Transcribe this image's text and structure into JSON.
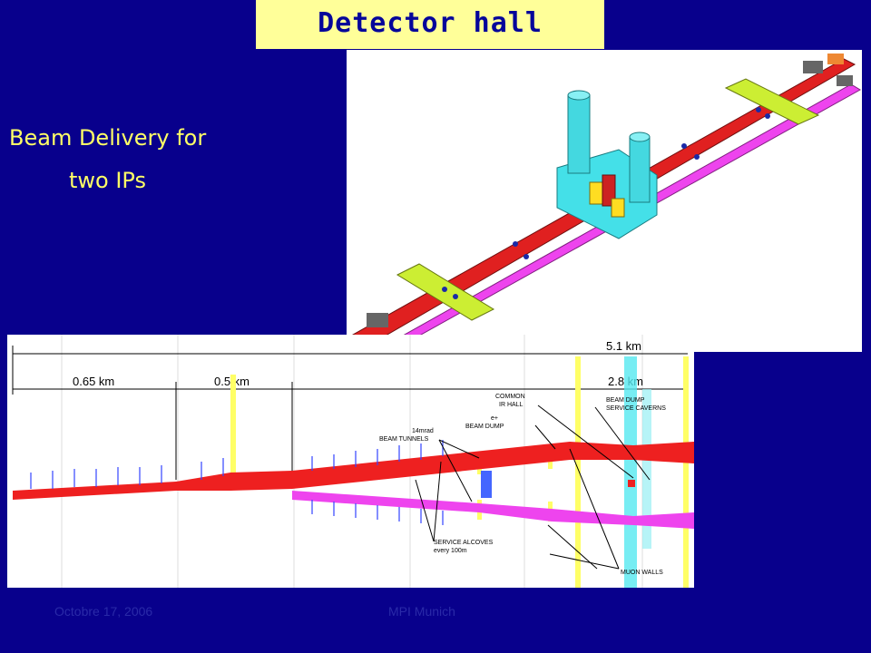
{
  "slide": {
    "title": "Detector hall",
    "subtitle_line1": "Beam Delivery for",
    "subtitle_line2": "two IPs",
    "footer_date": "Octobre 17, 2006",
    "footer_venue": "MPI Munich"
  },
  "layout_diagram": {
    "dim_total": "5.1 km",
    "dim_left": "0.65 km",
    "dim_mid": "0.5 km",
    "dim_right": "2.8 km",
    "label_common_1": "COMMON",
    "label_common_2": "IR HALL",
    "label_dump_service_1": "BEAM DUMP",
    "label_dump_service_2": "SERVICE CAVERNS",
    "label_eplus_1": "e+",
    "label_eplus_2": "BEAM DUMP",
    "label_tunnels_1": "14mrad",
    "label_tunnels_2": "BEAM TUNNELS",
    "label_alcoves_1": "SERVICE ALCOVES",
    "label_alcoves_2": "every 100m",
    "label_muon": "MUON WALLS"
  },
  "colors": {
    "background": "#08008c",
    "title_box": "#ffff99",
    "electron_line": "#ee2020",
    "positron_line": "#ee44ee",
    "hall": "#44e0e8"
  }
}
